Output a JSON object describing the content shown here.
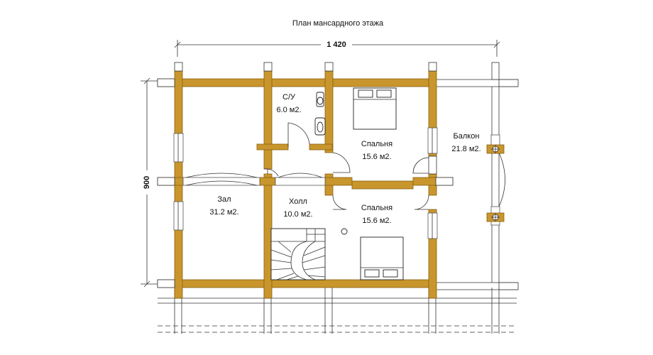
{
  "title": "План мансардного этажа",
  "dimensions": {
    "width": "1 420",
    "height": "900"
  },
  "rooms": [
    {
      "name": "С/У",
      "area": "6.0 м2."
    },
    {
      "name": "Спальня",
      "area": "15.6 м2."
    },
    {
      "name": "Балкон",
      "area": "21.8 м2."
    },
    {
      "name": "Зал",
      "area": "31.2 м2."
    },
    {
      "name": "Холл",
      "area": "10.0 м2."
    },
    {
      "name": "Спальня",
      "area": "15.6 м2."
    }
  ],
  "colors": {
    "wall": "#c8962c",
    "line": "#333333",
    "background": "#ffffff"
  }
}
